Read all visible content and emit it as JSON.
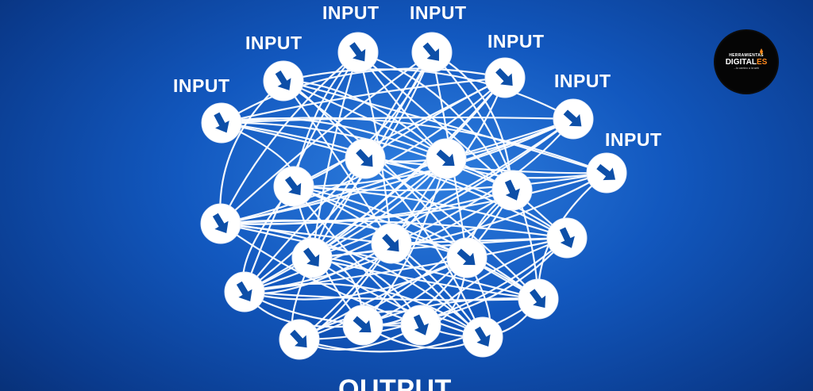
{
  "diagram": {
    "input_label": "INPUT",
    "output_label": "OUTPUT",
    "colors": {
      "node_fill": "#ffffff",
      "arrow": "#0d4fa8",
      "edge": "#ffffff",
      "background": "#1258bf"
    },
    "node_icon": "arrow-down-right-icon"
  },
  "logo": {
    "line1": "HERRAMIENTAS",
    "line2_main": "DIGITAL",
    "line2_accent": "ES",
    "tagline": "...tu camino a la web"
  }
}
